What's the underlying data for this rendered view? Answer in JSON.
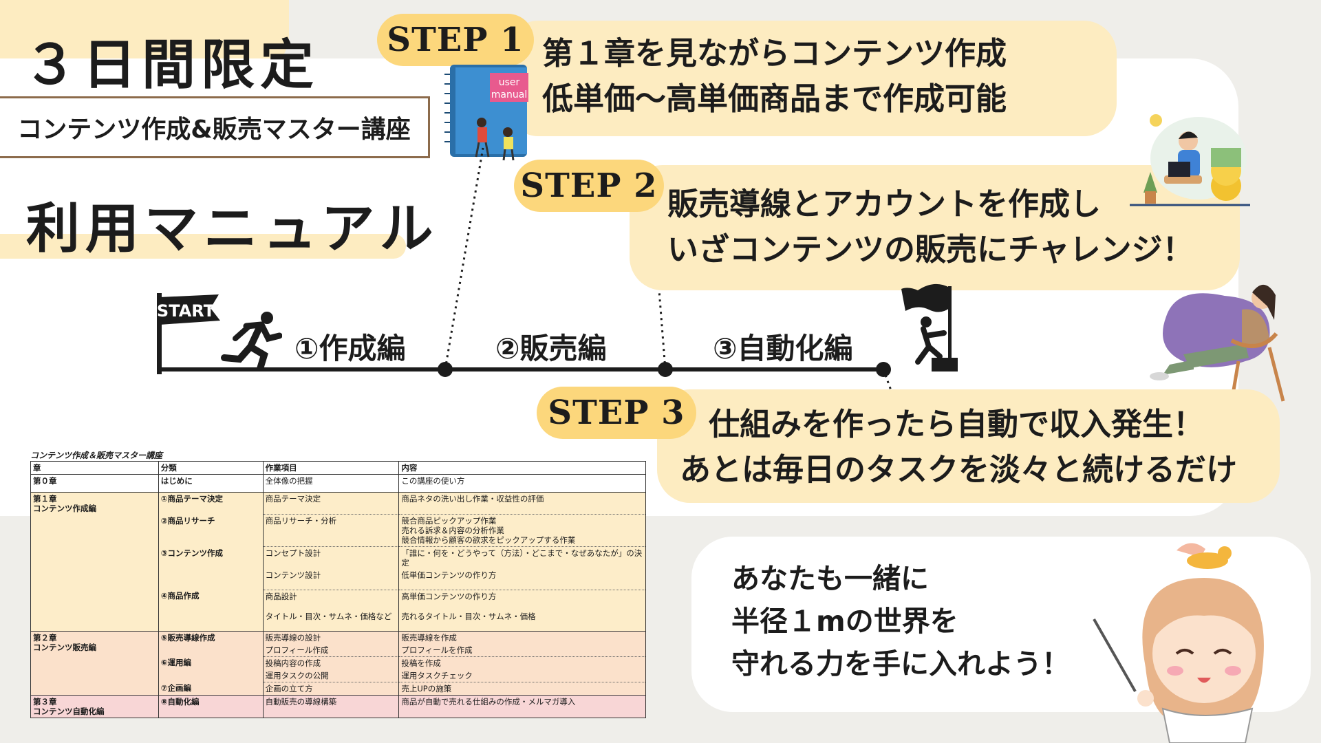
{
  "header": {
    "limited": "３日間限定",
    "course": "コンテンツ作成&販売マスター講座",
    "manual": "利用マニュアル"
  },
  "steps": [
    {
      "label": "STEP 1",
      "lines": [
        "第１章を見ながらコンテンツ作成",
        "低単価〜高単価商品まで作成可能"
      ]
    },
    {
      "label": "STEP 2",
      "lines": [
        "販売導線とアカウントを作成し",
        "いざコンテンツの販売にチャレンジ！"
      ]
    },
    {
      "label": "STEP 3",
      "lines": [
        "仕組みを作ったら自動で収入発生！",
        "あとは毎日のタスクを淡々と続けるだけ"
      ]
    }
  ],
  "timeline": {
    "start": "START",
    "phases": [
      "①作成編",
      "②販売編",
      "③自動化編"
    ]
  },
  "book_label": [
    "user",
    "manual"
  ],
  "message": [
    "あなたも一緒に",
    "半径１mの世界を",
    "守れる力を手に入れよう！"
  ],
  "table": {
    "title": "コンテンツ作成＆販売マスター講座",
    "headers": [
      "章",
      "分類",
      "作業項目",
      "内容"
    ],
    "rows": [
      {
        "c0a": "第０章",
        "c0b": "",
        "c1": "はじめに",
        "c2": "全体像の把握",
        "c3": "この講座の使い方"
      },
      {
        "c0a": "第１章",
        "c0b": "コンテンツ作成編",
        "c1": "①商品テーマ決定",
        "c2": "商品テーマ決定",
        "c3": "商品ネタの洗い出し作業・収益性の評価"
      },
      {
        "c1": "②商品リサーチ",
        "c2": "商品リサーチ・分析",
        "c3a": "競合商品ピックアップ作業",
        "c3b": "売れる訴求＆内容の分析作業",
        "c3c": "競合情報から顧客の欲求をピックアップする作業"
      },
      {
        "c1": "③コンテンツ作成",
        "c2": "コンセプト設計",
        "c3": "「誰に・何を・どうやって（方法）・どこまで・なぜあなたが」の決定"
      },
      {
        "c1": "",
        "c2": "コンテンツ設計",
        "c3": "低単価コンテンツの作り方"
      },
      {
        "c1": "④商品作成",
        "c2": "商品設計",
        "c3": "高単価コンテンツの作り方"
      },
      {
        "c1": "",
        "c2": "タイトル・目次・サムネ・価格など",
        "c3": "売れるタイトル・目次・サムネ・価格"
      },
      {
        "c0a": "第２章",
        "c0b": "コンテンツ販売編",
        "c1": "⑤販売導線作成",
        "c2": "販売導線の設計",
        "c3": "販売導線を作成"
      },
      {
        "c1": "",
        "c2": "プロフィール作成",
        "c3": "プロフィールを作成"
      },
      {
        "c1": "⑥運用編",
        "c2": "投稿内容の作成",
        "c3": "投稿を作成"
      },
      {
        "c1": "",
        "c2": "運用タスクの公開",
        "c3": "運用タスクチェック"
      },
      {
        "c1": "⑦企画編",
        "c2": "企画の立て方",
        "c3": "売上UPの施策"
      },
      {
        "c0a": "第３章",
        "c0b": "コンテンツ自動化編",
        "c1": "⑧自動化編",
        "c2": "自動販売の導線構築",
        "c3": "商品が自動で売れる仕組みの作成・メルマガ導入"
      }
    ]
  },
  "colors": {
    "accent": "#fcd77c",
    "bubble": "#fdecc1",
    "background": "#efeeea",
    "border": "#8c6b4b"
  }
}
